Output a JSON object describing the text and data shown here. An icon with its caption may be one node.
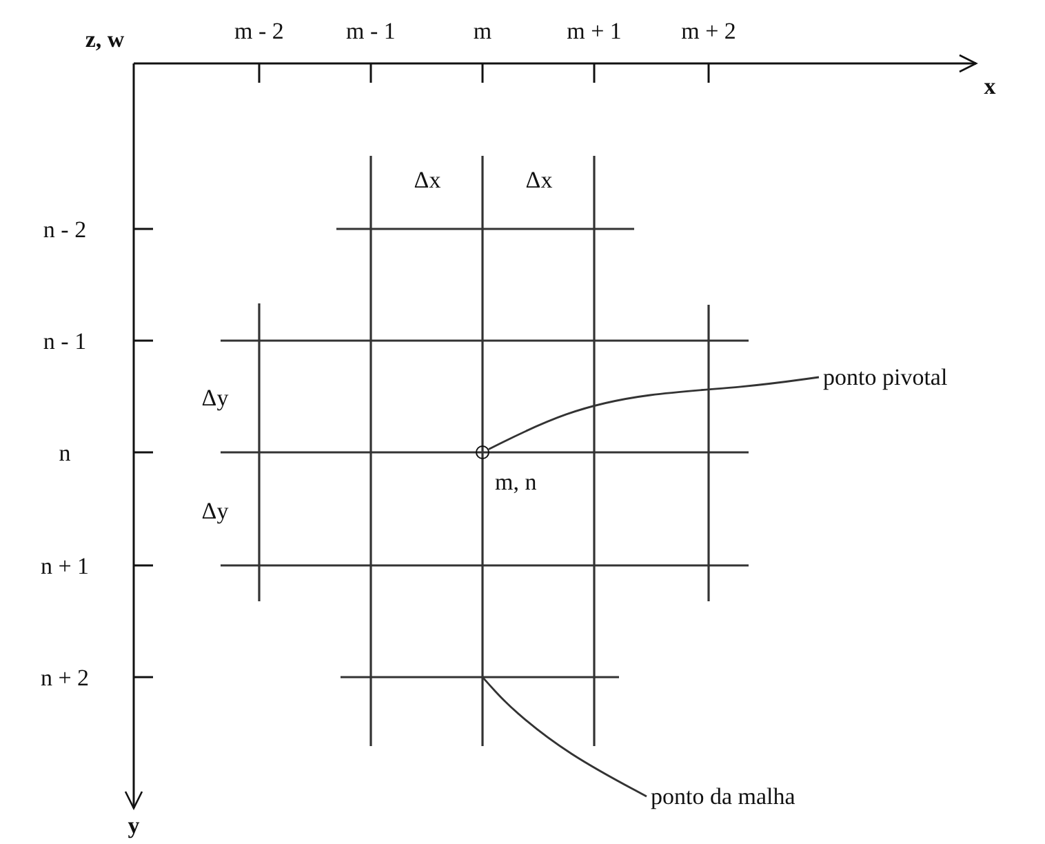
{
  "diagram": {
    "nodes": [
      {
        "text": [
          "ponto pivotal"
        ]
      },
      {
        "text": [],
        "shape": "circle",
        "beside": [
          "m, n"
        ]
      },
      {
        "text": [
          "ponto da malha"
        ]
      }
    ],
    "edges": [
      {
        "from": 0,
        "to": 1,
        "arrow": "none"
      },
      {
        "from": 2,
        "to": null,
        "arrow": "none"
      }
    ],
    "labels": [
      "z, w",
      "m - 2",
      "m - 1",
      "m",
      "m + 1",
      "m + 2",
      "x",
      "Δx",
      "Δx",
      "n - 2",
      "n - 1",
      "Δy",
      "n",
      "Δy",
      "n + 1",
      "n + 2",
      "y"
    ]
  }
}
